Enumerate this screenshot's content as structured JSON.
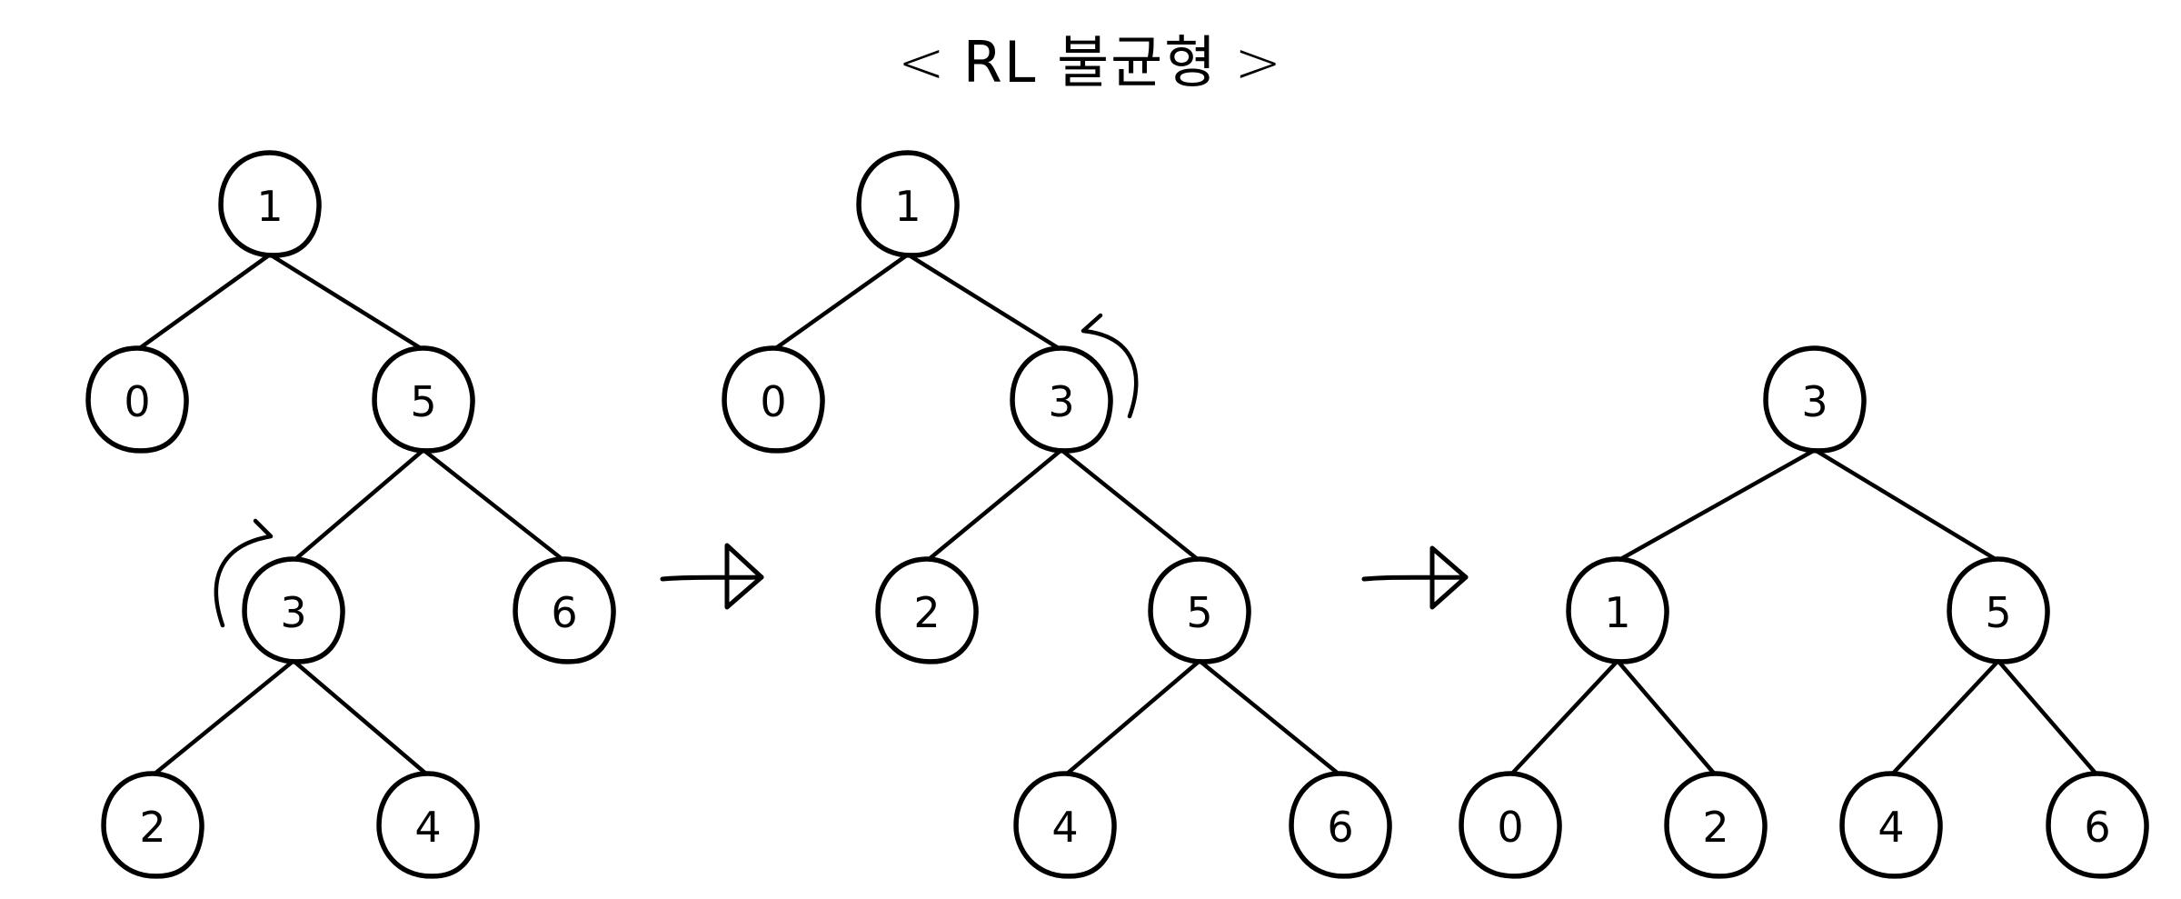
{
  "title": {
    "open_bracket": "<",
    "text": "RL 불균형",
    "close_bracket": ">"
  },
  "colors": {
    "stroke": "#000000",
    "background": "#ffffff"
  },
  "trees": [
    {
      "id": "before",
      "nodes": [
        {
          "id": "t1n1",
          "label": "1"
        },
        {
          "id": "t1n0",
          "label": "0"
        },
        {
          "id": "t1n5",
          "label": "5"
        },
        {
          "id": "t1n3",
          "label": "3"
        },
        {
          "id": "t1n6",
          "label": "6"
        },
        {
          "id": "t1n2",
          "label": "2"
        },
        {
          "id": "t1n4",
          "label": "4"
        }
      ],
      "edges": [
        [
          "t1n1",
          "t1n0"
        ],
        [
          "t1n1",
          "t1n5"
        ],
        [
          "t1n5",
          "t1n3"
        ],
        [
          "t1n5",
          "t1n6"
        ],
        [
          "t1n3",
          "t1n2"
        ],
        [
          "t1n3",
          "t1n4"
        ]
      ],
      "rotation": {
        "node": "t1n3",
        "direction": "clockwise"
      }
    },
    {
      "id": "after-right-rotation",
      "nodes": [
        {
          "id": "t2n1",
          "label": "1"
        },
        {
          "id": "t2n0",
          "label": "0"
        },
        {
          "id": "t2n3",
          "label": "3"
        },
        {
          "id": "t2n2",
          "label": "2"
        },
        {
          "id": "t2n5",
          "label": "5"
        },
        {
          "id": "t2n4",
          "label": "4"
        },
        {
          "id": "t2n6",
          "label": "6"
        }
      ],
      "edges": [
        [
          "t2n1",
          "t2n0"
        ],
        [
          "t2n1",
          "t2n3"
        ],
        [
          "t2n3",
          "t2n2"
        ],
        [
          "t2n3",
          "t2n5"
        ],
        [
          "t2n5",
          "t2n4"
        ],
        [
          "t2n5",
          "t2n6"
        ]
      ],
      "rotation": {
        "node": "t2n3",
        "direction": "counter-clockwise"
      }
    },
    {
      "id": "balanced",
      "nodes": [
        {
          "id": "t3n3",
          "label": "3"
        },
        {
          "id": "t3n1",
          "label": "1"
        },
        {
          "id": "t3n5",
          "label": "5"
        },
        {
          "id": "t3n0",
          "label": "0"
        },
        {
          "id": "t3n2",
          "label": "2"
        },
        {
          "id": "t3n4",
          "label": "4"
        },
        {
          "id": "t3n6",
          "label": "6"
        }
      ],
      "edges": [
        [
          "t3n3",
          "t3n1"
        ],
        [
          "t3n3",
          "t3n5"
        ],
        [
          "t3n1",
          "t3n0"
        ],
        [
          "t3n1",
          "t3n2"
        ],
        [
          "t3n5",
          "t3n4"
        ],
        [
          "t3n5",
          "t3n6"
        ]
      ]
    }
  ],
  "transitions": [
    {
      "from": "before",
      "to": "after-right-rotation",
      "icon": "arrow-right-icon"
    },
    {
      "from": "after-right-rotation",
      "to": "balanced",
      "icon": "arrow-right-icon"
    }
  ]
}
